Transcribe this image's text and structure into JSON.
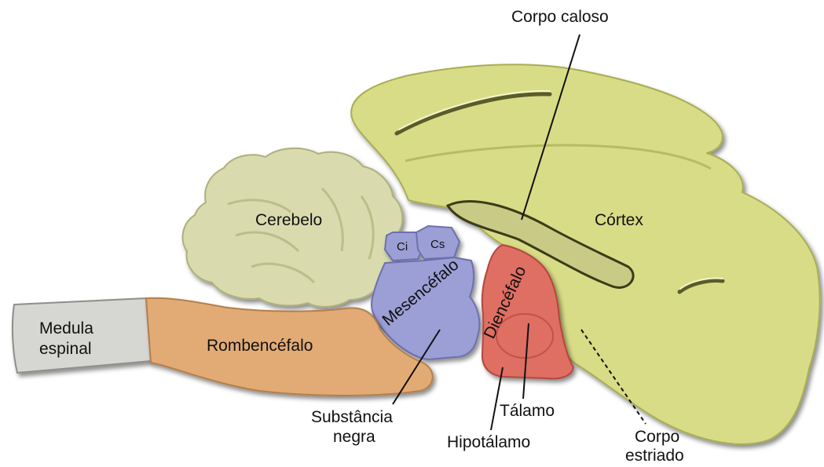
{
  "labels": {
    "corpo_caloso": "Corpo caloso",
    "cortex": "Córtex",
    "cerebelo": "Cerebelo",
    "ci": "Ci",
    "cs": "Cs",
    "mesencefalo": "Mesencéfalo",
    "diencefalo": "Diencéfalo",
    "medula_line1": "Medula",
    "medula_line2": "espinal",
    "rombencefalo": "Rombencéfalo",
    "substancia_line1": "Substância",
    "substancia_line2": "negra",
    "talamo": "Tálamo",
    "hipotalamo": "Hipotálamo",
    "corpo_estriado_line1": "Corpo",
    "corpo_estriado_line2": "estriado"
  },
  "colors": {
    "cortex": "#d8dc86",
    "cortex_edge": "#a9ad52",
    "cerebelo": "#d9dbae",
    "cerebelo_edge": "#aeb07c",
    "mesencefalo": "#9b9fd6",
    "mesencefalo_edge": "#6d70ad",
    "diencefalo": "#df6e63",
    "diencefalo_edge": "#b3463d",
    "rombencefalo": "#e2ab76",
    "rombencefalo_edge": "#b47f4c",
    "medula": "#d6d6d2",
    "medula_edge": "#8e8e8a",
    "ventricle": "#c9ca86",
    "line": "#111111"
  }
}
